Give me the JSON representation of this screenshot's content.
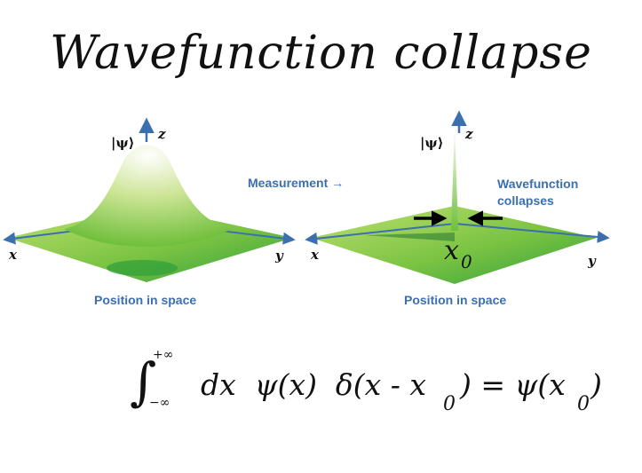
{
  "title": "Wavefunction collapse",
  "left_panel": {
    "psi_label": "|ψ⟩",
    "z_label": "z",
    "x_label": "x",
    "y_label": "y",
    "caption": "Position in space"
  },
  "middle_label": "Measurement →",
  "right_panel": {
    "psi_label": "|ψ⟩",
    "z_label": "z",
    "x_label": "x",
    "y_label": "y",
    "x0_label": "x",
    "x0_sub": "0",
    "caption": "Position in space",
    "collapse_line1": "Wavefunction",
    "collapse_line2": "collapses"
  },
  "equation": {
    "integral": "∫",
    "upper": "+∞",
    "lower": "−∞",
    "body": "dx  ψ(x)  δ(x - x",
    "sub1": "0",
    "mid": ") = ψ(x",
    "sub2": "0",
    "end": ")"
  },
  "colors": {
    "axis_blue": "#3b6fb0",
    "label_blue": "#3b6fb0",
    "green_light": "#c6e27a",
    "green_dark": "#2f9e3a"
  }
}
